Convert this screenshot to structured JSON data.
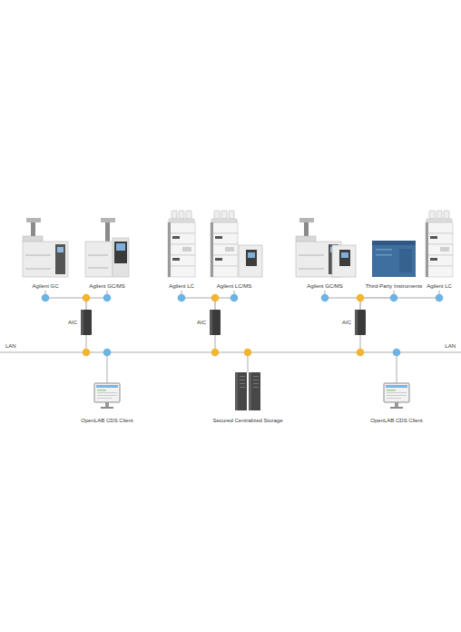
{
  "diagram": {
    "nodes": [
      {
        "text": [
          "Agilent GC"
        ]
      },
      {
        "text": [
          "Agilent GC/MS"
        ]
      },
      {
        "text": [
          "Agilent LC"
        ]
      },
      {
        "text": [
          "Agilent LC/MS"
        ]
      },
      {
        "text": [
          "Agilent GC/MS"
        ]
      },
      {
        "text": [
          "Third-Party Instruments"
        ]
      },
      {
        "text": [
          "Agilent LC"
        ]
      },
      {
        "text": [
          "AIC"
        ]
      },
      {
        "text": [
          "AIC"
        ]
      },
      {
        "text": [
          "AIC"
        ]
      },
      {
        "text": [
          "OpenLAB CDS Client"
        ]
      },
      {
        "text": [
          "Secured Centralized Storage"
        ]
      },
      {
        "text": [
          "OpenLAB CDS Client"
        ]
      }
    ],
    "edges": [
      {
        "from": 0,
        "to": 7,
        "arrow": "none"
      },
      {
        "from": 1,
        "to": 7,
        "arrow": "none"
      },
      {
        "from": 2,
        "to": 8,
        "arrow": "none"
      },
      {
        "from": 3,
        "to": 8,
        "arrow": "none"
      },
      {
        "from": 4,
        "to": 9,
        "arrow": "none"
      },
      {
        "from": 5,
        "to": 9,
        "arrow": "none"
      },
      {
        "from": 6,
        "to": 9,
        "arrow": "none"
      }
    ],
    "labels": [
      "LAN",
      "LAN"
    ]
  }
}
